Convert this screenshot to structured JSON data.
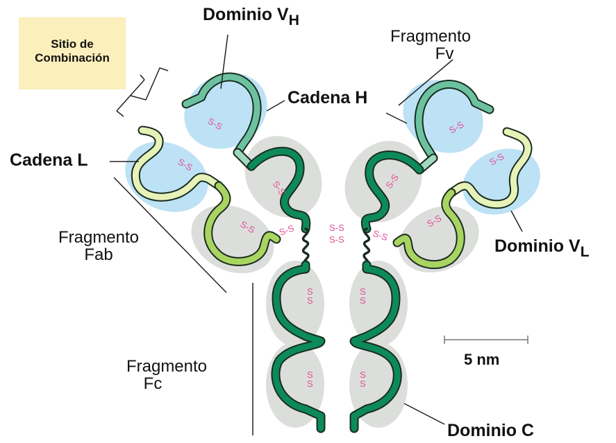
{
  "labels": {
    "sitio_combinacion": "Sitio de Combinación",
    "dominio_vh_main": "Dominio V",
    "dominio_vh_sub": "H",
    "fragmento_fv_line1": "Fragmento",
    "fragmento_fv_line2": "Fv",
    "cadena_h": "Cadena H",
    "cadena_l": "Cadena L",
    "fragmento_fab_line1": "Fragmento",
    "fragmento_fab_line2": "Fab",
    "dominio_vl_main": "Dominio V",
    "dominio_vl_sub": "L",
    "scale_label": "5 nm",
    "fragmento_fc_line1": "Fragmento",
    "fragmento_fc_line2": "Fc",
    "dominio_c": "Dominio C",
    "disulfide": "S-S",
    "disulfide_vertical": "S\nS"
  },
  "colors": {
    "variable_domain": "#bde2f5",
    "constant_domain": "#dcdedb",
    "heavy_chain": "#0d8a5a",
    "heavy_chain_variable": "#6cc2a0",
    "heavy_chain_light_segment": "#7fcfa8",
    "light_chain_variable": "#e7f2b8",
    "light_chain_constant": "#a9d462",
    "chain_outline": "#1a2b1f",
    "disulfide": "#e0509a",
    "combo_box": "#fbefbb"
  }
}
